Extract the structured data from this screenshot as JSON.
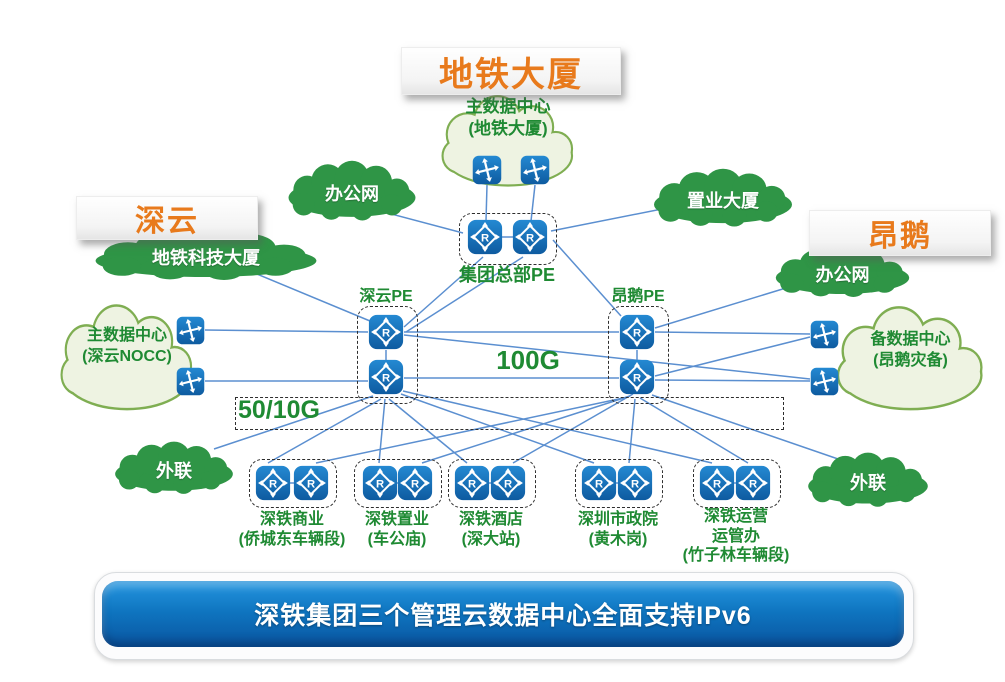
{
  "banners": {
    "metro_tower": "地铁大厦",
    "shenyun": "深云",
    "ange": "昂鹅"
  },
  "clouds": {
    "office_net_left": "办公网",
    "zhiye_tower": "置业大厦",
    "metro_tech_tower": "地铁科技大厦",
    "office_net_right": "办公网",
    "external_left": "外联",
    "external_right": "外联",
    "dc_main_metro": {
      "line1": "主数据中心",
      "line2": "(地铁大厦)"
    },
    "dc_main_shenyun": {
      "line1": "主数据中心",
      "line2": "(深云NOCC)"
    },
    "dc_backup_ange": {
      "line1": "备数据中心",
      "line2": "(昂鹅灾备)"
    }
  },
  "pe_nodes": {
    "hq": "集团总部PE",
    "shenyun": "深云PE",
    "ange": "昂鹅PE"
  },
  "link_labels": {
    "backbone": "100G",
    "access": "50/10G"
  },
  "sites": [
    {
      "line1": "深铁商业",
      "line2": "(侨城东车辆段)"
    },
    {
      "line1": "深铁置业",
      "line2": "(车公庙)"
    },
    {
      "line1": "深铁酒店",
      "line2": "(深大站)"
    },
    {
      "line1": "深圳市政院",
      "line2": "(黄木岗)"
    },
    {
      "line1": "深铁运营",
      "line2": "运管办",
      "line3": "(竹子林车辆段)"
    }
  ],
  "footer": {
    "title": "深铁集团三个管理云数据中心全面支持IPv6"
  },
  "icons": {
    "router": "router-icon",
    "switch": "layer3-switch-icon",
    "cloud": "network-cloud-icon"
  },
  "colors": {
    "accent_orange": "#e87a1c",
    "green_dark": "#2f9546",
    "green_text": "#1f8a33",
    "line_blue": "#5b8fd0",
    "device_blue_top": "#2489d2",
    "device_blue_bottom": "#0e5ba0",
    "footer_blue_top": "#2596e0",
    "footer_blue_bottom": "#0a55a0"
  }
}
